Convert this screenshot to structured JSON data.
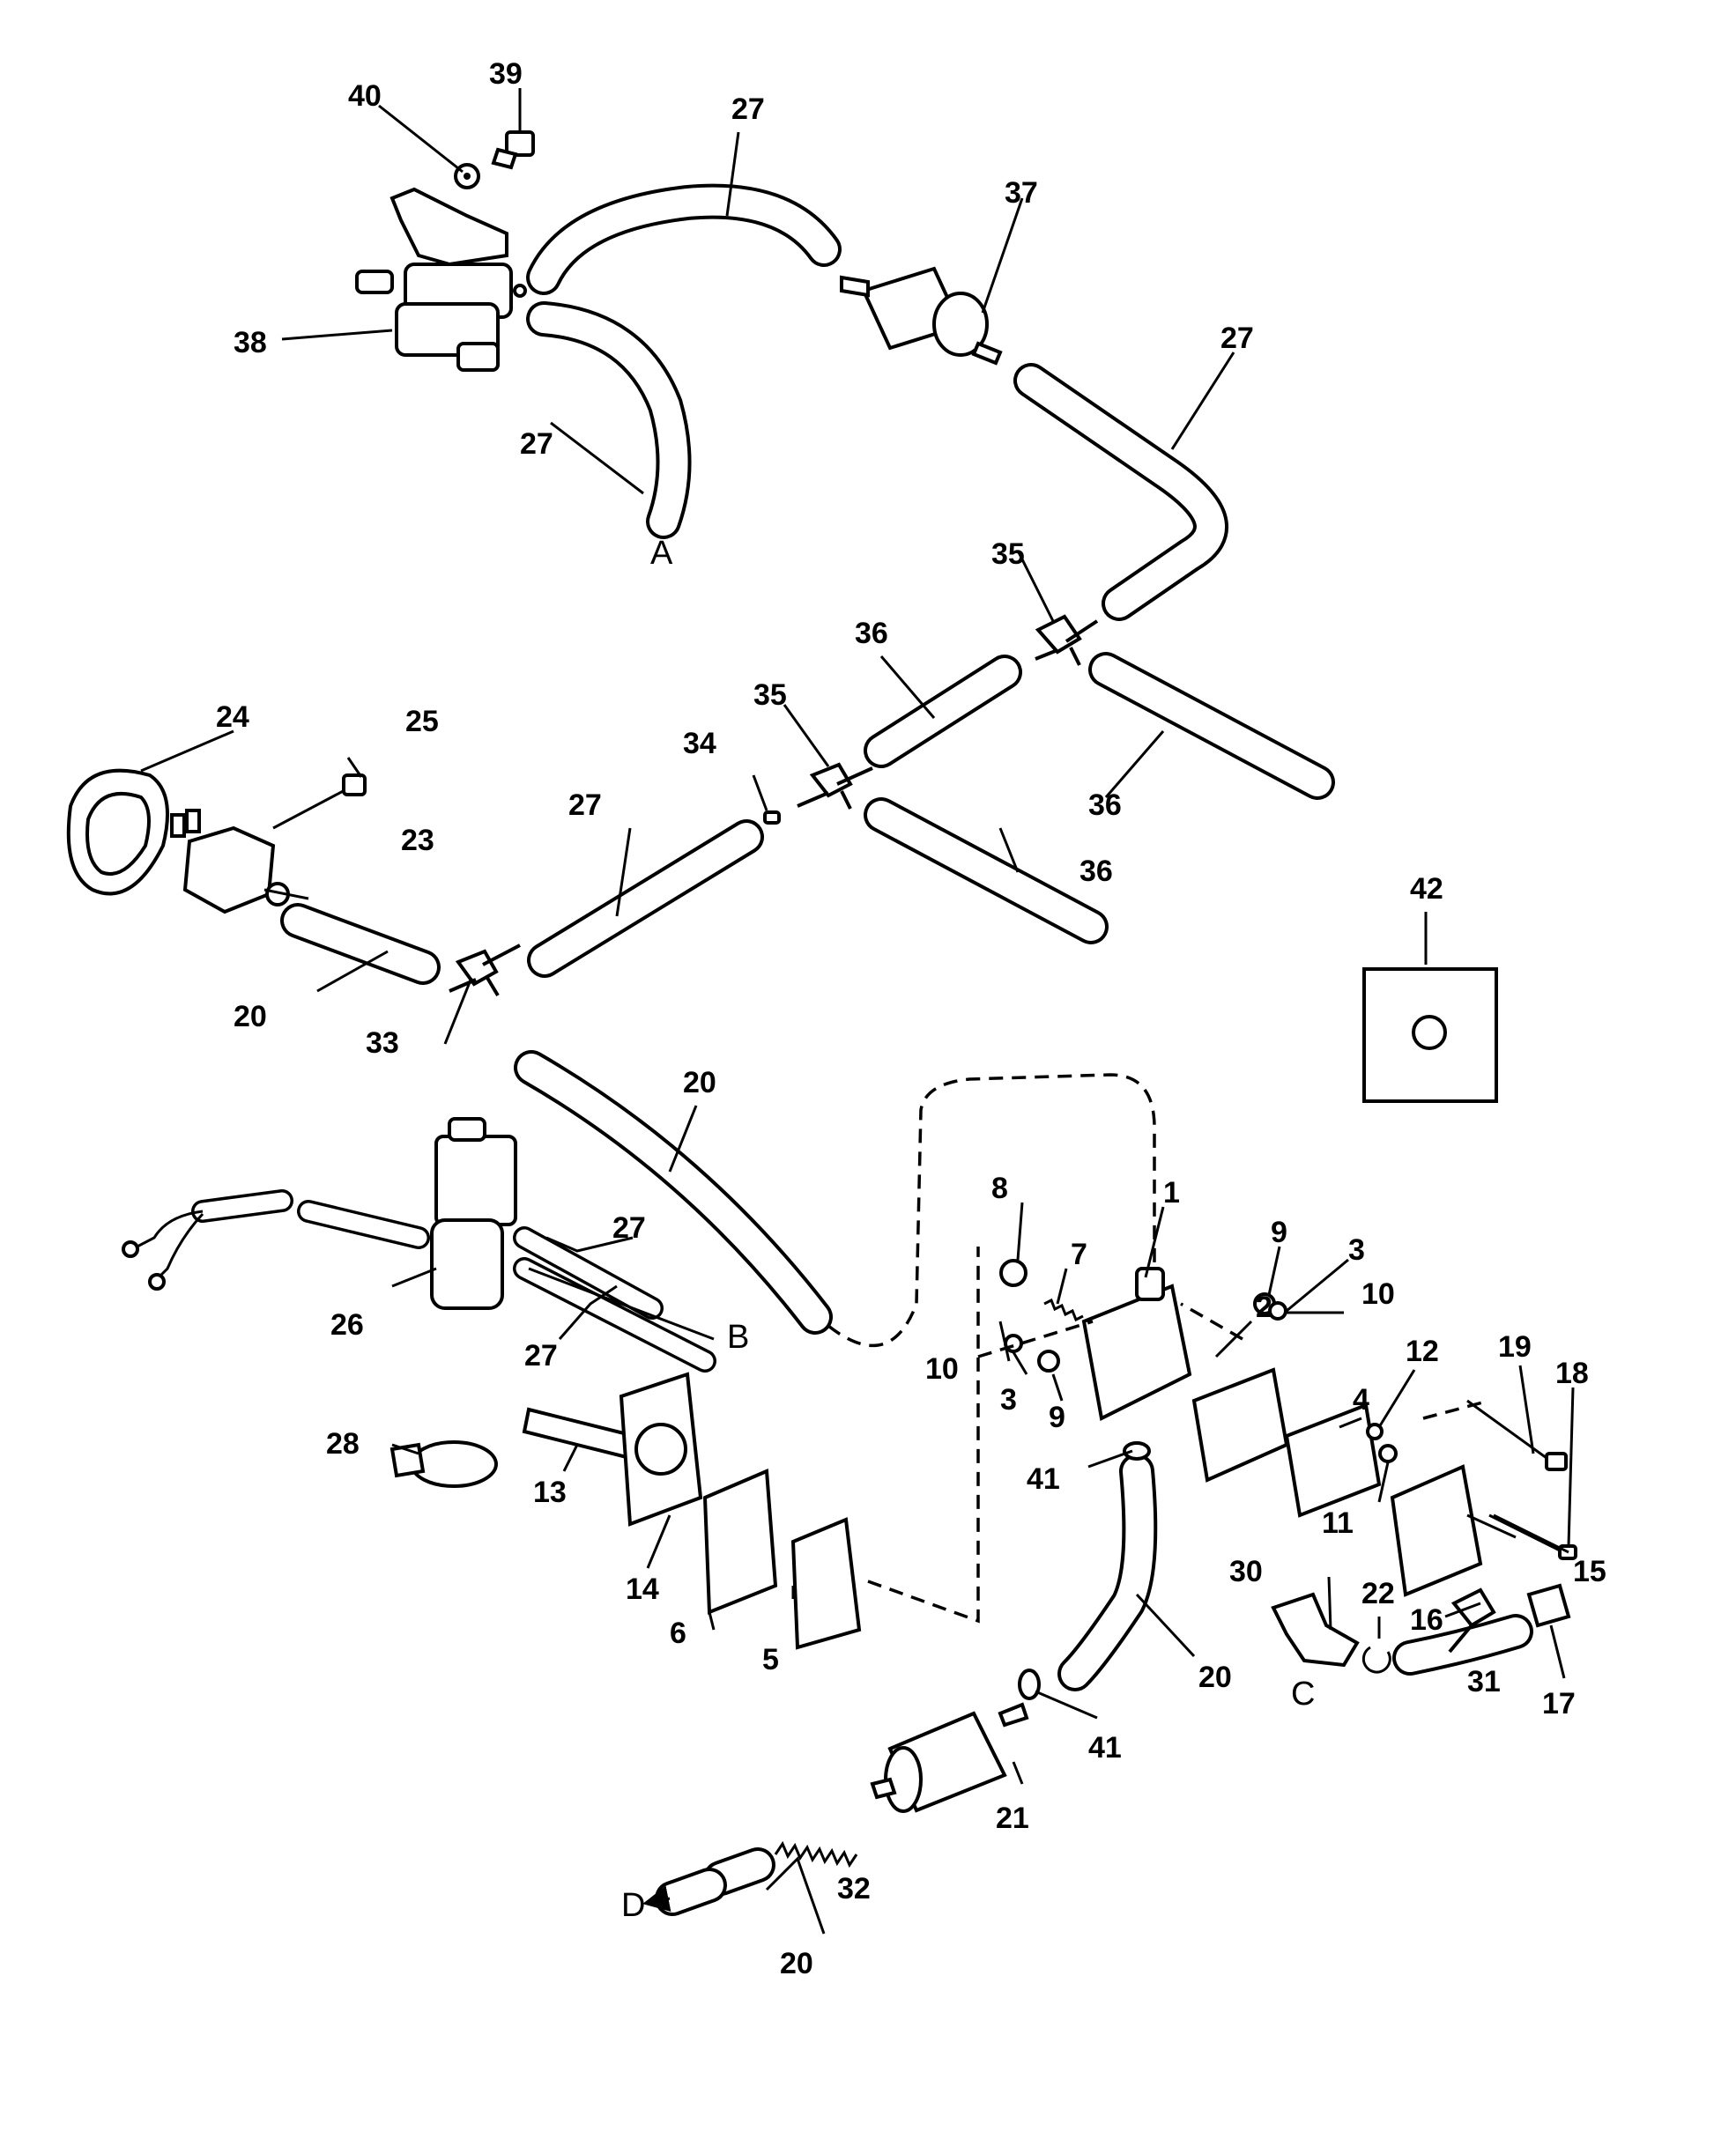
{
  "diagram": {
    "callouts": [
      "1",
      "2",
      "3",
      "3",
      "4",
      "5",
      "6",
      "7",
      "8",
      "9",
      "9",
      "10",
      "10",
      "11",
      "12",
      "13",
      "14",
      "15",
      "16",
      "17",
      "18",
      "19",
      "20",
      "20",
      "20",
      "20",
      "21",
      "22",
      "23",
      "24",
      "25",
      "26",
      "27",
      "27",
      "27",
      "27",
      "27",
      "28",
      "30",
      "31",
      "32",
      "33",
      "34",
      "35",
      "35",
      "36",
      "36",
      "37",
      "38",
      "39",
      "40",
      "41",
      "41",
      "42"
    ],
    "connection_letters": {
      "a": "A",
      "b": "B",
      "c": "C",
      "d": "D"
    }
  }
}
